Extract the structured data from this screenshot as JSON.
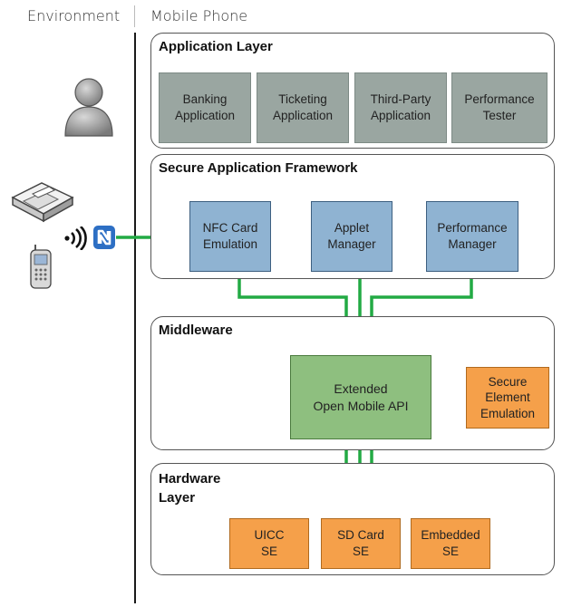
{
  "columns": {
    "environment": "Environment",
    "mobile_phone": "Mobile Phone"
  },
  "layers": {
    "application": {
      "title": "Application Layer",
      "boxes": [
        "Banking\nApplication",
        "Ticketing\nApplication",
        "Third-Party\nApplication",
        "Performance\nTester"
      ]
    },
    "framework": {
      "title": "Secure Application Framework",
      "boxes": [
        "NFC Card\nEmulation",
        "Applet\nManager",
        "Performance\nManager"
      ]
    },
    "middleware": {
      "title": "Middleware",
      "api": "Extended\nOpen Mobile API",
      "emulation": "Secure\nElement\nEmulation"
    },
    "hardware": {
      "title": "Hardware\nLayer",
      "boxes": [
        "UICC\nSE",
        "SD Card\nSE",
        "Embedded\nSE"
      ]
    }
  },
  "icons": [
    "user-icon",
    "card-reader-icon",
    "mobile-phone-icon",
    "wireless-signal-icon",
    "nfc-logo-icon"
  ],
  "colors": {
    "connector": "#22aa44",
    "app_box": "#9aa6a1",
    "framework_box": "#8fb3d2",
    "api_box": "#8ebf7f",
    "se_box": "#f5a04a"
  }
}
